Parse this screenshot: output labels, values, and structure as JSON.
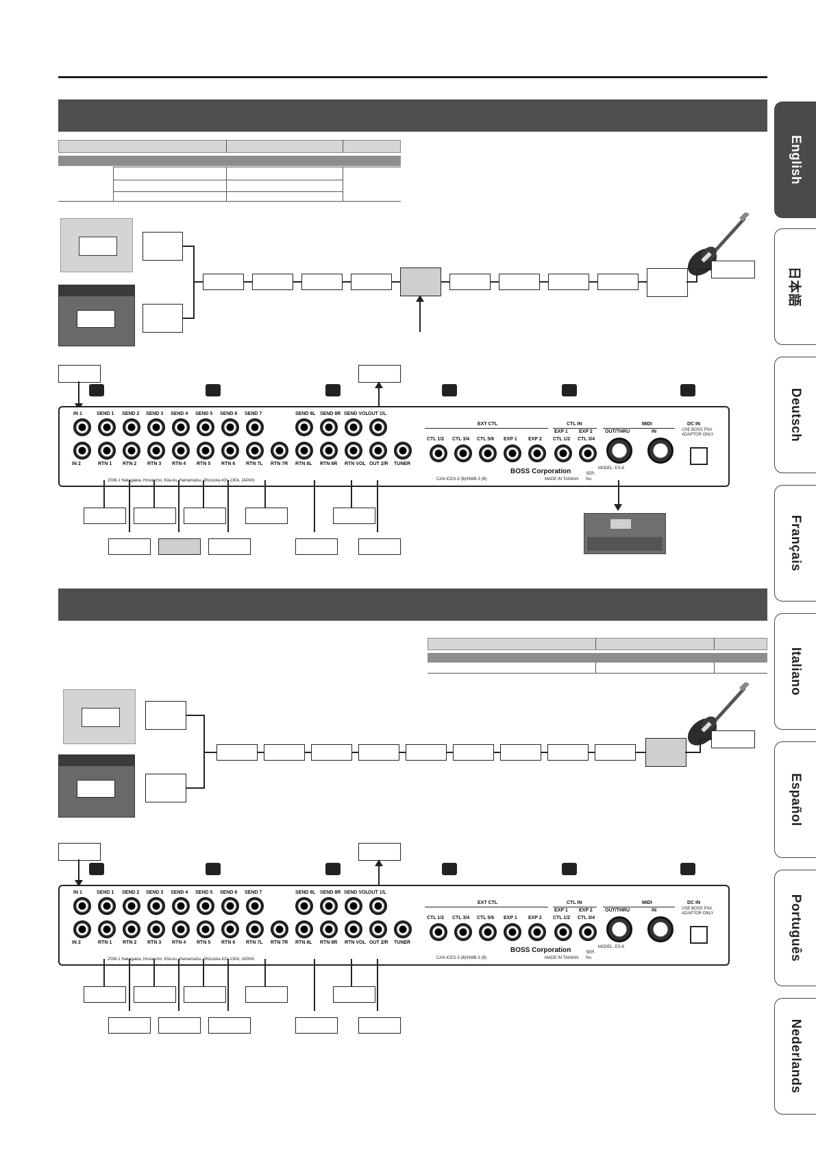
{
  "tabs": [
    {
      "label": "English",
      "active": true
    },
    {
      "label": "日本語",
      "active": false
    },
    {
      "label": "Deutsch",
      "active": false
    },
    {
      "label": "Français",
      "active": false
    },
    {
      "label": "Italiano",
      "active": false
    },
    {
      "label": "Español",
      "active": false
    },
    {
      "label": "Português",
      "active": false
    },
    {
      "label": "Nederlands",
      "active": false
    }
  ],
  "unit": {
    "jack_row_top": [
      "IN 1",
      "SEND 1",
      "SEND 2",
      "SEND 3",
      "SEND 4",
      "SEND 5",
      "SEND 6",
      "SEND 7",
      "SEND 8L",
      "SEND 8R",
      "SEND VOL",
      "OUT 1/L"
    ],
    "jack_row_bottom": [
      "IN 2",
      "RTN 1",
      "RTN 2",
      "RTN 3",
      "RTN 4",
      "RTN 5",
      "RTN 6",
      "RTN 7L",
      "RTN 7R",
      "RTN 8L",
      "RTN 8R",
      "RTN VOL",
      "OUT 2/R",
      "TUNER"
    ],
    "ext_ctl_header": "EXT CTL",
    "ext_ctl_jacks": [
      "CTL 1/2",
      "CTL 3/4",
      "CTL 5/6",
      "EXP 1",
      "EXP 2"
    ],
    "ctl_in_header": "CTL IN",
    "ctl_in_sub": [
      "EXP 1",
      "EXP 2"
    ],
    "ctl_in_jacks": [
      "CTL 1/2",
      "CTL 3/4"
    ],
    "midi_header": "MIDI",
    "midi_jacks": [
      "OUT/THRU",
      "IN"
    ],
    "dc_in": "DC IN",
    "dc_note1": "USE BOSS PSA",
    "dc_note2": "ADAPTOR ONLY",
    "address": "2036-1 Nakagawa, Hosoecho, Kita-ku, Hamamatsu, Shizuoka 431-1304, JAPAN",
    "compliance": "CAN ICES-3 (B)/NMB-3 (B)",
    "brand": "BOSS Corporation",
    "made_in": "MADE IN TAIWAN",
    "ser": "SER.",
    "no": "No.",
    "model": "MODEL: ES-8"
  }
}
